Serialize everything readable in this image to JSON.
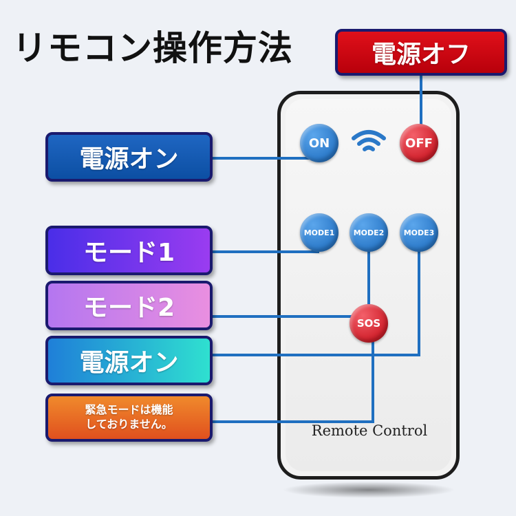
{
  "title": "リモコン操作方法",
  "labels": {
    "power_off": "電源オフ",
    "power_on_1": "電源オン",
    "mode1": "モード1",
    "mode2": "モード2",
    "power_on_2": "電源オン",
    "sos_note": "緊急モードは機能\nしておりません。"
  },
  "remote": {
    "buttons": {
      "on": "ON",
      "off": "OFF",
      "mode1": "MODE1",
      "mode2": "MODE2",
      "mode3": "MODE3",
      "sos": "SOS"
    },
    "brand_text": "Remote Control",
    "icon": "wifi-signal-icon"
  },
  "colors": {
    "connector_line": "#1f6fc0",
    "button_blue": "#2a78c8",
    "button_red": "#d01f2a"
  }
}
